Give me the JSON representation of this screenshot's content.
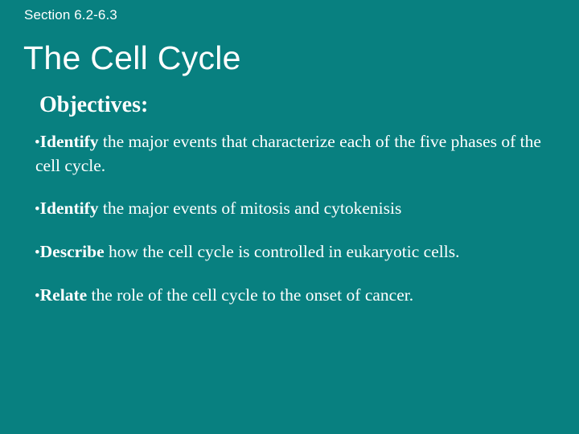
{
  "slide": {
    "background_color": "#088080",
    "text_color": "#ffffff",
    "section_label": "Section 6.2-6.3",
    "title": "The Cell Cycle",
    "objectives_heading": "Objectives:",
    "bullet_glyph": "•",
    "objectives": [
      {
        "lead": "Identify",
        "rest": " the major events that characterize each of the five phases of the cell cycle."
      },
      {
        "lead": "Identify",
        "rest": " the major events of mitosis and cytokenisis"
      },
      {
        "lead": "Describe",
        "rest": " how the cell cycle is controlled in eukaryotic cells."
      },
      {
        "lead": "Relate",
        "rest": " the role of the cell cycle to the onset of cancer."
      }
    ]
  }
}
